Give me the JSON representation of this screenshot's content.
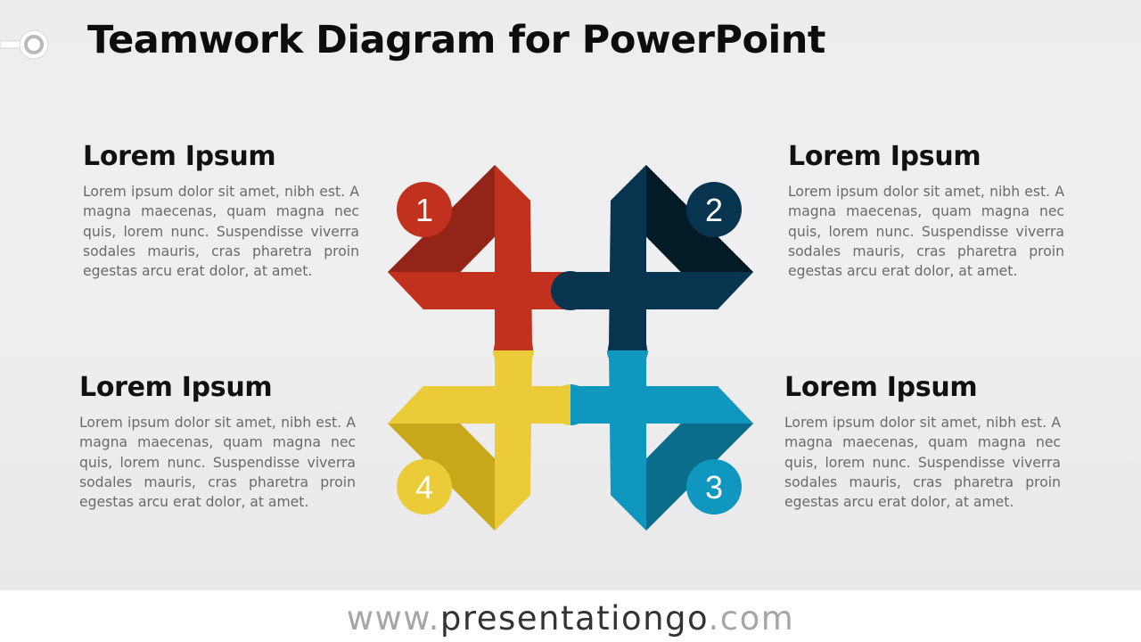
{
  "slide": {
    "title": "Teamwork Diagram for PowerPoint"
  },
  "colors": {
    "red": "#c2311e",
    "red_dark": "#932418",
    "navy": "#07344f",
    "navy_dark": "#031a27",
    "yellow": "#ebcb38",
    "yellow_dark": "#c8a81b",
    "blue": "#0f97bf",
    "blue_dark": "#0b6d8c"
  },
  "blocks": [
    {
      "number": "1",
      "heading": "Lorem Ipsum",
      "body": "Lorem ipsum dolor sit amet, nibh est. A magna maecenas, quam magna nec quis, lorem nunc. Suspendisse viverra sodales mauris, cras pharetra proin egestas arcu erat dolor, at amet."
    },
    {
      "number": "2",
      "heading": "Lorem Ipsum",
      "body": "Lorem ipsum dolor sit amet, nibh est. A magna maecenas, quam magna nec quis, lorem nunc. Suspendisse viverra sodales mauris, cras pharetra proin egestas arcu erat dolor, at amet."
    },
    {
      "number": "3",
      "heading": "Lorem Ipsum",
      "body": "Lorem ipsum dolor sit amet, nibh est. A magna maecenas, quam magna nec quis, lorem nunc. Suspendisse viverra sodales mauris, cras pharetra proin egestas arcu erat dolor, at amet."
    },
    {
      "number": "4",
      "heading": "Lorem Ipsum",
      "body": "Lorem ipsum dolor sit amet, nibh est. A magna maecenas, quam magna nec quis, lorem nunc. Suspendisse viverra sodales mauris, cras pharetra proin egestas arcu erat dolor, at amet."
    }
  ],
  "footer": {
    "prefix": "www.",
    "brand": "presentationgo",
    "suffix": ".com"
  }
}
